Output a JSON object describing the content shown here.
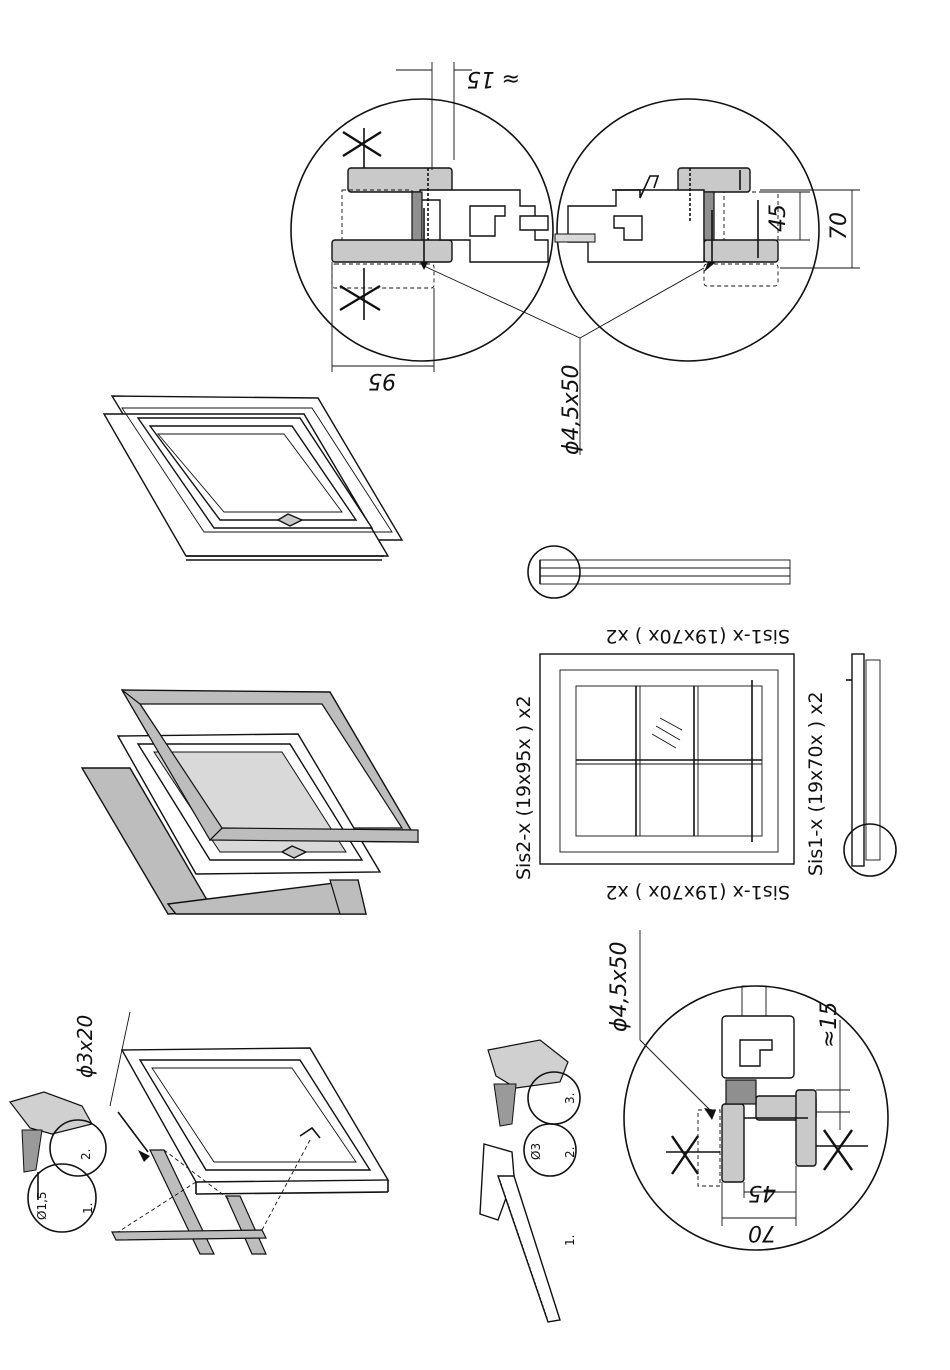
{
  "dimensions": {
    "gap_15": "≈ 15",
    "gap_15_bottom": "≈15",
    "width_95": "95",
    "width_45": "45",
    "width_70": "70",
    "width_45_bottom": "45",
    "width_70_bottom": "70"
  },
  "screws": {
    "main": "ϕ4,5x50",
    "main_bottom": "ϕ4,5x50",
    "small": "ϕ3x20"
  },
  "trim_labels": {
    "sis1_top": "Sis1-x (19x70x      ) x2",
    "sis1_bottom": "Sis1-x (19x70x      ) x2",
    "sis2_left": "Sis2-x (19x95x      ) x2",
    "sis1_right": "Sis1-x (19x70x      ) x2"
  },
  "tool_steps": {
    "drill_step_1_bit": "Ø1,5",
    "drill_step_1": "1.",
    "drill_step_2": "2.",
    "drill_step_3_bit": "Ø3",
    "saw_step_1": "1.",
    "saw_step_2": "2.",
    "saw_step_3": "3."
  },
  "icons": [
    "cross-mark-icon",
    "drill-icon",
    "saw-icon",
    "screw-icon",
    "window-handle-icon"
  ]
}
